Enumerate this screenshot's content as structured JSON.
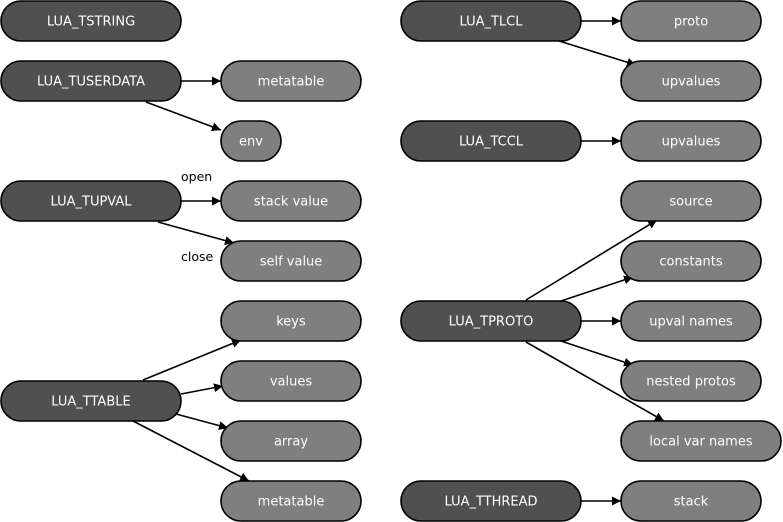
{
  "colors": {
    "type_node": "#505050",
    "field_node": "#7f7f7f",
    "text": "#ffffff",
    "edge": "#000000"
  },
  "nodes": [
    {
      "id": "tstring",
      "label": "LUA_TSTRING",
      "kind": "type"
    },
    {
      "id": "tuserdata",
      "label": "LUA_TUSERDATA",
      "kind": "type"
    },
    {
      "id": "ud_metatable",
      "label": "metatable",
      "kind": "field"
    },
    {
      "id": "ud_env",
      "label": "env",
      "kind": "field"
    },
    {
      "id": "tupval",
      "label": "LUA_TUPVAL",
      "kind": "type"
    },
    {
      "id": "stack_value",
      "label": "stack value",
      "kind": "field"
    },
    {
      "id": "self_value",
      "label": "self value",
      "kind": "field"
    },
    {
      "id": "keys",
      "label": "keys",
      "kind": "field"
    },
    {
      "id": "values",
      "label": "values",
      "kind": "field"
    },
    {
      "id": "ttable",
      "label": "LUA_TTABLE",
      "kind": "type"
    },
    {
      "id": "array",
      "label": "array",
      "kind": "field"
    },
    {
      "id": "t_metatable",
      "label": "metatable",
      "kind": "field"
    },
    {
      "id": "tlcl",
      "label": "LUA_TLCL",
      "kind": "type"
    },
    {
      "id": "proto",
      "label": "proto",
      "kind": "field"
    },
    {
      "id": "lcl_upvalues",
      "label": "upvalues",
      "kind": "field"
    },
    {
      "id": "tccl",
      "label": "LUA_TCCL",
      "kind": "type"
    },
    {
      "id": "ccl_upvalues",
      "label": "upvalues",
      "kind": "field"
    },
    {
      "id": "source",
      "label": "source",
      "kind": "field"
    },
    {
      "id": "constants",
      "label": "constants",
      "kind": "field"
    },
    {
      "id": "tproto",
      "label": "LUA_TPROTO",
      "kind": "type"
    },
    {
      "id": "upval_names",
      "label": "upval names",
      "kind": "field"
    },
    {
      "id": "nested_protos",
      "label": "nested protos",
      "kind": "field"
    },
    {
      "id": "local_var_names",
      "label": "local var names",
      "kind": "field"
    },
    {
      "id": "tthread",
      "label": "LUA_TTHREAD",
      "kind": "type"
    },
    {
      "id": "stack",
      "label": "stack",
      "kind": "field"
    }
  ],
  "edges": [
    {
      "from": "tuserdata",
      "to": "ud_metatable",
      "label": ""
    },
    {
      "from": "tuserdata",
      "to": "ud_env",
      "label": ""
    },
    {
      "from": "tupval",
      "to": "stack_value",
      "label": "open"
    },
    {
      "from": "tupval",
      "to": "self_value",
      "label": "close"
    },
    {
      "from": "ttable",
      "to": "keys",
      "label": ""
    },
    {
      "from": "ttable",
      "to": "values",
      "label": ""
    },
    {
      "from": "ttable",
      "to": "array",
      "label": ""
    },
    {
      "from": "ttable",
      "to": "t_metatable",
      "label": ""
    },
    {
      "from": "tlcl",
      "to": "proto",
      "label": ""
    },
    {
      "from": "tlcl",
      "to": "lcl_upvalues",
      "label": ""
    },
    {
      "from": "tccl",
      "to": "ccl_upvalues",
      "label": ""
    },
    {
      "from": "tproto",
      "to": "source",
      "label": ""
    },
    {
      "from": "tproto",
      "to": "constants",
      "label": ""
    },
    {
      "from": "tproto",
      "to": "upval_names",
      "label": ""
    },
    {
      "from": "tproto",
      "to": "nested_protos",
      "label": ""
    },
    {
      "from": "tproto",
      "to": "local_var_names",
      "label": ""
    },
    {
      "from": "tthread",
      "to": "stack",
      "label": ""
    }
  ]
}
